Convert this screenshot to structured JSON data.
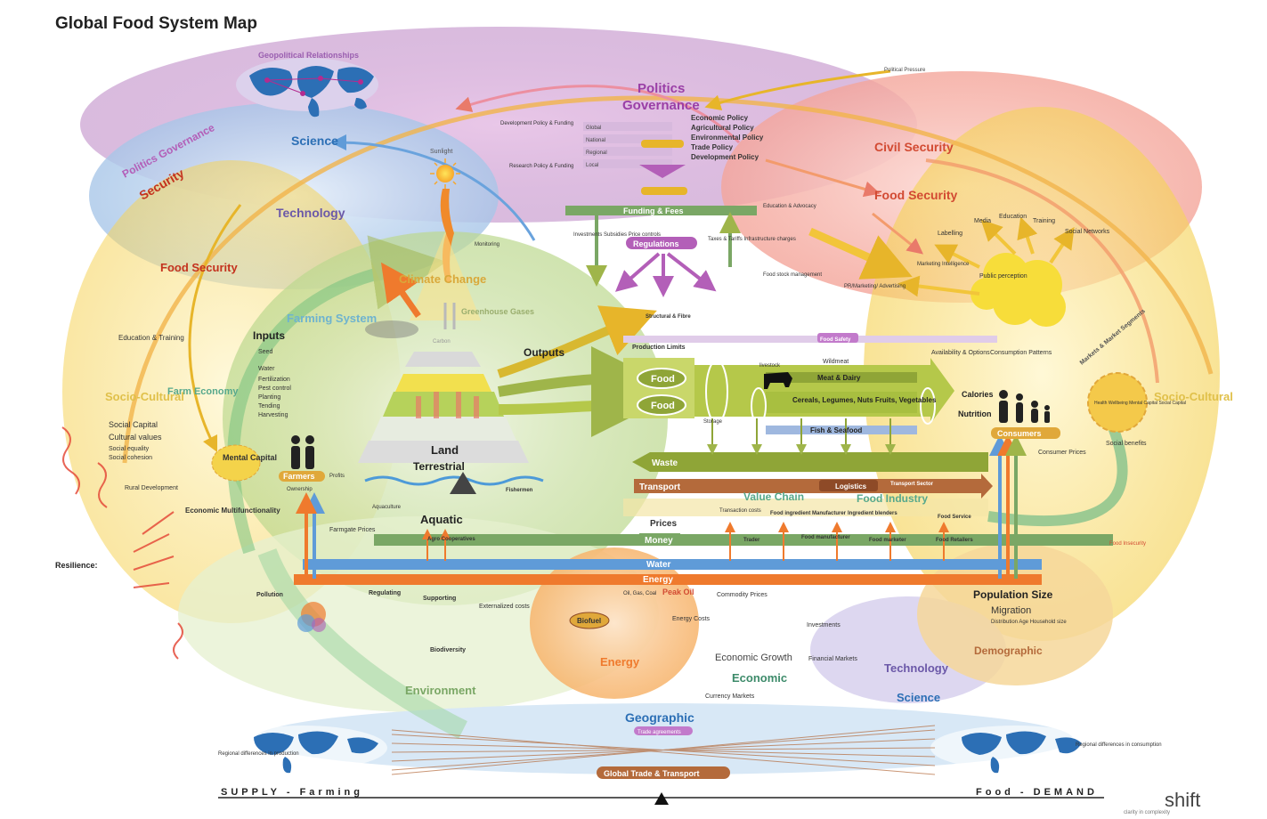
{
  "title": "Global Food System Map",
  "labels": {
    "geopolitical": "Geopolitical Relationships",
    "politics": "Politics",
    "governance": "Governance",
    "politics_governance_left": "Politics Governance",
    "security": "Security",
    "science": "Science",
    "technology": "Technology",
    "food_security_left": "Food Security",
    "civil_security": "Civil Security",
    "food_security_right": "Food Security",
    "climate_change": "Climate Change",
    "greenhouse_gases": "Greenhouse Gases",
    "farming_system": "Farming System",
    "inputs": "Inputs",
    "outputs": "Outputs",
    "land": "Land",
    "terrestrial": "Terrestrial",
    "aquatic": "Aquatic",
    "farm_economy": "Farm Economy",
    "socio_cultural_left": "Socio-Cultural",
    "socio_cultural_right": "Socio-Cultural",
    "mental_capital": "Mental Capital",
    "farmers": "Farmers",
    "funding_fees": "Funding & Fees",
    "regulations": "Regulations",
    "food_top": "Food",
    "food_bottom": "Food",
    "waste": "Waste",
    "transport": "Transport",
    "value_chain": "Value Chain",
    "food_industry": "Food Industry",
    "money": "Money",
    "water": "Water",
    "energy_bar": "Energy",
    "prices": "Prices",
    "consumers": "Consumers",
    "population_size": "Population Size",
    "migration": "Migration",
    "demographic": "Demographic",
    "energy": "Energy",
    "economic_growth": "Economic Growth",
    "economic": "Economic",
    "technology_bottom": "Technology",
    "science_bottom": "Science",
    "environment": "Environment",
    "geographic": "Geographic",
    "global_trade": "Global Trade & Transport",
    "supply": "SUPPLY - Farming",
    "demand": "Food - DEMAND",
    "peak_oil": "Peak Oil",
    "biofuel": "Biofuel",
    "sunlight": "Sunlight",
    "meat_dairy": "Meat & Dairy",
    "cereals": "Cereals, Legumes, Nuts Fruits, Vegetables",
    "fish_seafood": "Fish & Seafood",
    "calories": "Calories",
    "nutrition": "Nutrition",
    "resilience": "Resilience:",
    "logistics": "Logistics",
    "political_pressure": "Political Pressure",
    "logo": "shift",
    "logo_sub": "clarity in complexity"
  },
  "small_text": {
    "policy_list": [
      "Economic Policy",
      "Agricultural Policy",
      "Environmental Policy",
      "Trade Policy",
      "Development Policy"
    ],
    "gov_levels": [
      "Global",
      "National",
      "Regional",
      "Local"
    ],
    "inputs_list": [
      "Seed",
      "Water",
      "Fertilization",
      "Pest control",
      "Planting",
      "Tending",
      "Harvesting"
    ],
    "education": "Education & Training",
    "social_list": [
      "Social Capital",
      "Cultural values",
      "Social equality",
      "Social cohesion"
    ],
    "rural": "Rural Development",
    "consumption": "Consumption Patterns",
    "availability": "Availability & Options",
    "health": "Health Wellbeing Mental Capital Social Capital",
    "social_benefits": "Social benefits",
    "consumer_prices": "Consumer Prices",
    "public_perception": "Public perception",
    "media": "Media",
    "education_right": "Education",
    "training": "Training",
    "labelling": "Labelling",
    "social_networks": "Social Networks",
    "pollution": "Pollution",
    "regulating": "Regulating",
    "supporting": "Supporting",
    "biodiversity": "Biodiversity",
    "commodity_prices": "Commodity Prices",
    "investments": "Investments",
    "financial_markets": "Financial Markets",
    "currency_markets": "Currency Markets",
    "energy_costs": "Energy Costs",
    "farmgate_prices": "Farmgate Prices",
    "externalized_costs": "Externalized costs",
    "production_limits": "Production Limits",
    "food_safety": "Food Safety",
    "wildmeat": "Wildmeat",
    "storage": "Storage",
    "trader": "Trader",
    "food_service": "Food Service",
    "food_retailers": "Food Retailers",
    "food_marketer": "Food marketer",
    "regional_supply": "Regional differences in production",
    "regional_demand": "Regional differences in consumption",
    "food_insecurity": "Food Insecurity",
    "market_segments": "Markets & Market Segments",
    "development_policy": "Development Policy & Funding",
    "research_policy": "Research Policy & Funding",
    "monitoring": "Monitoring",
    "investments_top": "Investments Subsidies Price controls",
    "taxes": "Taxes & Tariffs Infrastructure charges",
    "education_advocacy": "Education & Advocacy",
    "food_stock": "Food stock management",
    "pr_marketing": "PR/Marketing/ Advertising",
    "marketing_intel": "Marketing Intelligence",
    "structural": "Structural & Fibre",
    "profits": "Profits",
    "ownership": "Ownership",
    "aquaculture": "Aquaculture",
    "multifunctionality": "Economic Multifunctionality",
    "trade_agreements": "Trade agreements",
    "oil_gas": "Oil, Gas, Coal",
    "carbon": "Carbon",
    "live_stock": "livestock",
    "food_manufacturer": "Food manufacturer",
    "transaction_costs": "Transaction costs",
    "ingredient_manufacturer": "Food ingredient Manufacturer",
    "ingredient_blenders": "Ingredient blenders",
    "transport_sector": "Transport Sector",
    "agro_cooperatives": "Agro Cooperatives",
    "fishermen": "Fishermen",
    "migration_sub": "Distribution Age Household size"
  }
}
